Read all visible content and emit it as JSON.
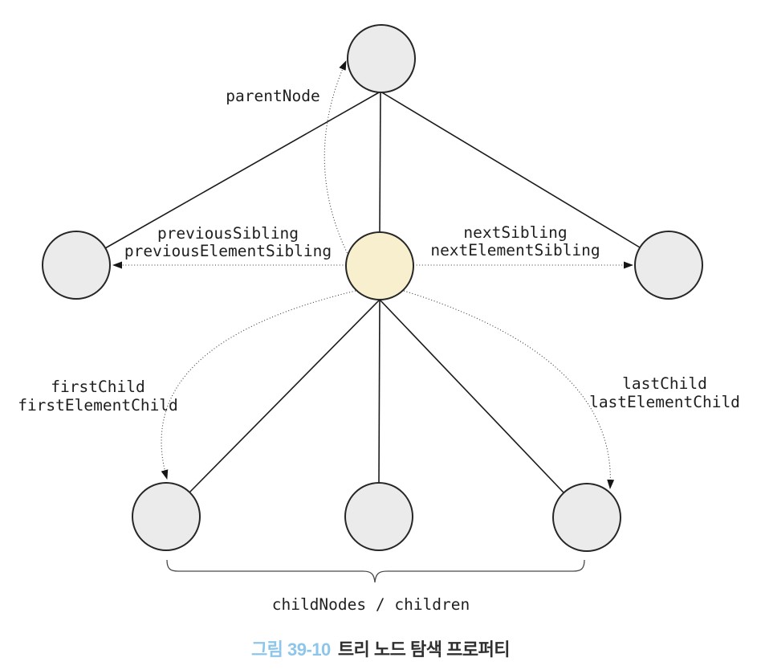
{
  "diagram": {
    "labels": {
      "parent_node": "parentNode",
      "previous_sibling_line1": "previousSibling",
      "previous_sibling_line2": "previousElementSibling",
      "next_sibling_line1": "nextSibling",
      "next_sibling_line2": "nextElementSibling",
      "first_child_line1": "firstChild",
      "first_child_line2": "firstElementChild",
      "last_child_line1": "lastChild",
      "last_child_line2": "lastElementChild",
      "children_group": "childNodes / children"
    },
    "colors": {
      "node_fill": "#ebebeb",
      "current_node_fill": "#f8efce",
      "node_border": "#262626",
      "solid_edge": "#1b1b1b",
      "dotted_arrow": "#3a3a3a",
      "label_text": "#1f1f1f",
      "brace": "#4a4a4a",
      "caption_accent": "#8dc6ea",
      "caption_text": "#2f2f2f"
    }
  },
  "caption": {
    "figure_label": "그림 39-10",
    "title": "트리 노드 탐색 프로퍼티"
  }
}
